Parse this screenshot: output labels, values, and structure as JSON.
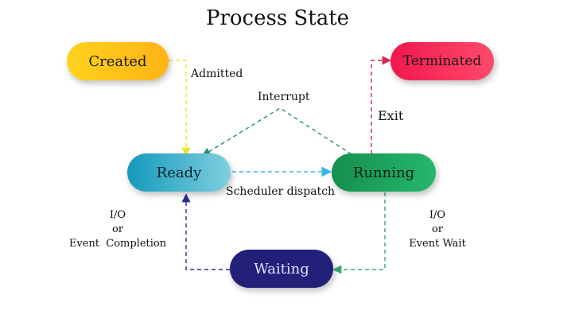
{
  "title": "Process State",
  "states": {
    "created": "Created",
    "terminated": "Terminated",
    "ready": "Ready",
    "running": "Running",
    "waiting": "Waiting"
  },
  "transitions": {
    "admitted": "Admitted",
    "interrupt": "Interrupt",
    "exit": "Exit",
    "scheduler_dispatch": "Scheduler dispatch",
    "io_completion": [
      "I/O",
      "or",
      "Event  Completion"
    ],
    "io_wait": [
      "I/O",
      "or",
      "Event Wait"
    ]
  },
  "colors": {
    "created": "#ffc21a",
    "terminated": "#f0184e",
    "ready": "#19a4c4",
    "running": "#1aa35d",
    "waiting": "#23207a",
    "admitted_arrow": "#f3e22f",
    "interrupt_arrow": "#2a8f6f",
    "exit_arrow": "#e0224f",
    "dispatch_arrow": "#39b6e6",
    "wait_arrow": "#3aa86d",
    "completion_arrow": "#2b2f8a"
  }
}
